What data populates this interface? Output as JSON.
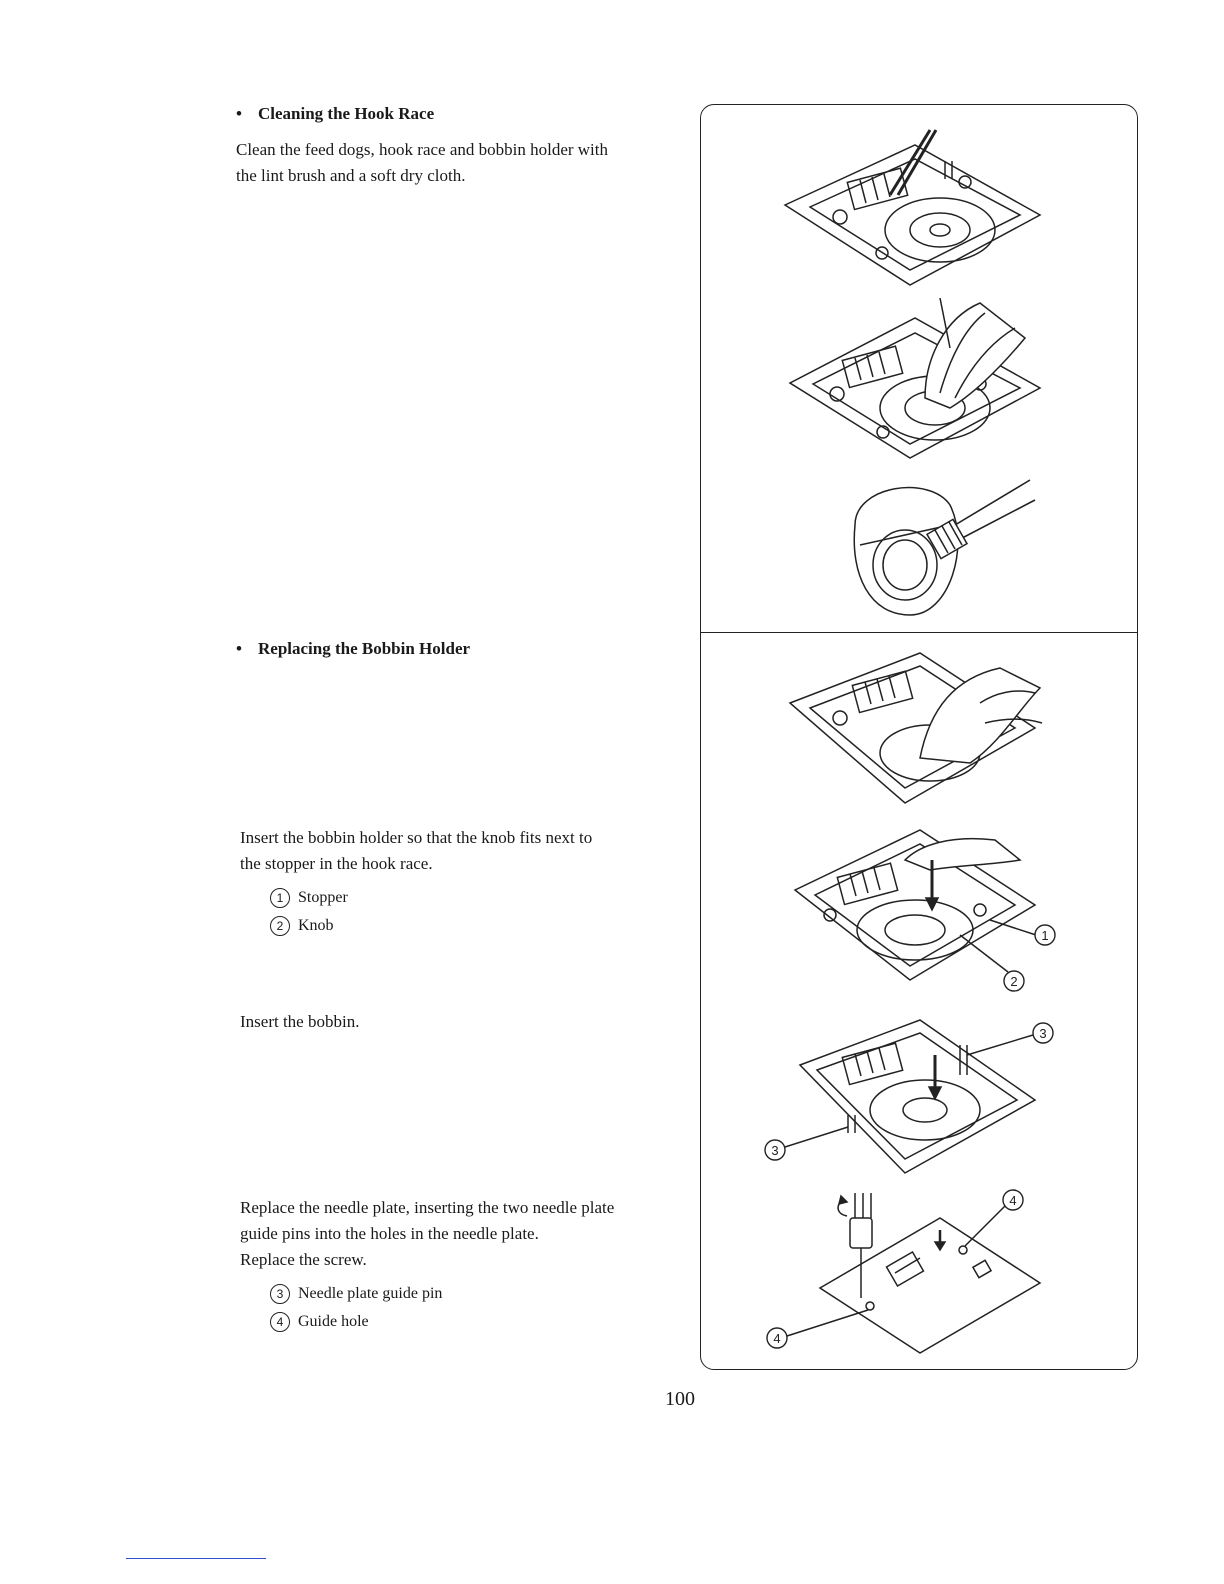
{
  "sections": {
    "cleaning": {
      "bullet": "•",
      "heading": "Cleaning the Hook Race",
      "text_line1": "Clean the feed dogs, hook race and bobbin holder with",
      "text_line2": "the lint brush and a soft dry cloth."
    },
    "replacing": {
      "bullet": "•",
      "heading": "Replacing the Bobbin Holder",
      "insert_holder_line1": "Insert the bobbin holder so that the knob fits next to",
      "insert_holder_line2": "the stopper in the hook race.",
      "legend_1_num": "1",
      "legend_1_label": "Stopper",
      "legend_2_num": "2",
      "legend_2_label": "Knob",
      "insert_bobbin": "Insert the bobbin.",
      "needle_line1": "Replace the needle plate, inserting the two needle plate",
      "needle_line2": "guide pins into the holes in the needle plate.",
      "needle_line3": "Replace the screw.",
      "legend_3_num": "3",
      "legend_3_label": "Needle plate guide pin",
      "legend_4_num": "4",
      "legend_4_label": "Guide hole"
    }
  },
  "callouts": {
    "c1": "1",
    "c2": "2",
    "c3": "3",
    "c4": "4"
  },
  "page_number": "100"
}
